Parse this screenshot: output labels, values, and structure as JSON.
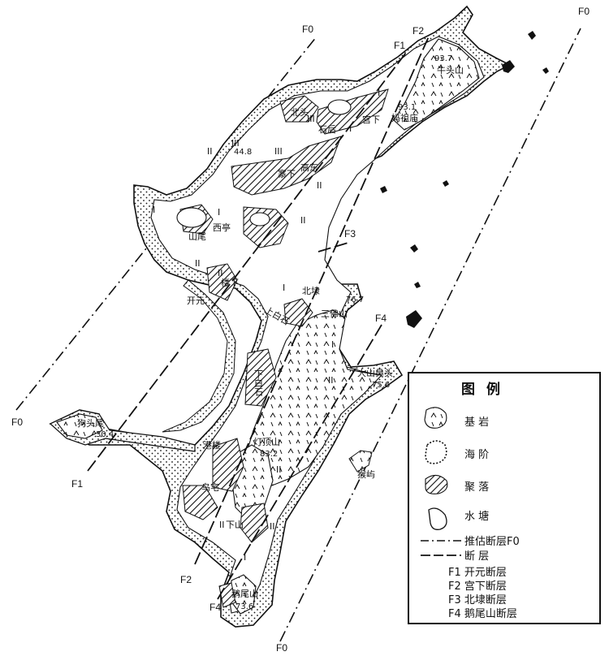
{
  "faults": {
    "f0": "F0",
    "f1": "F1",
    "f2": "F2",
    "f3": "F3",
    "f4": "F4"
  },
  "places": {
    "niutoushan": "牛头山",
    "niutoushan_elev": "93.7",
    "mazumiao": "妈祖庙",
    "mazumiao_elev": "93.1",
    "beitou": "北头",
    "gongxia": "宫下",
    "shihou": "石后",
    "elev_448": "44.8",
    "zhaixia": "寨下",
    "gaodong": "高东",
    "shanwei": "山尾",
    "xiting": "西亭",
    "kaiyuan": "开元",
    "louxia": "楼下",
    "shangbaishi": "上白石",
    "beiqi": "北埭",
    "sanfoshan": "三佛山",
    "sanfoshan_elev": "76.7",
    "xiabaishi": "下白石",
    "dashanbitou": "大山鼻头",
    "dashanbitou_elev": "75.6",
    "goutouwei": "狗头尾",
    "goutouwei_elev": "30.4",
    "ganglou": "港楼",
    "dingding": "灯顶山",
    "dingding_elev": "83.2",
    "wuzhai": "乌宅",
    "houyu": "猴屿",
    "xiashan": "下山",
    "ewei": "鹅尾山",
    "ewei_elev": "73.6"
  },
  "terraces": {
    "t1": "I",
    "t2": "II",
    "t3": "III"
  },
  "legend": {
    "title": "图例",
    "bedrock": "基  岩",
    "terrace": "海  阶",
    "settlement": "聚  落",
    "pond": "水  塘",
    "inferred_fault": "推估断层F0",
    "fault": "断    层",
    "f1_name": "F1  开元断层",
    "f2_name": "F2  宫下断层",
    "f3_name": "F3  北埭断层",
    "f4_name": "F4  鹅尾山断层"
  }
}
